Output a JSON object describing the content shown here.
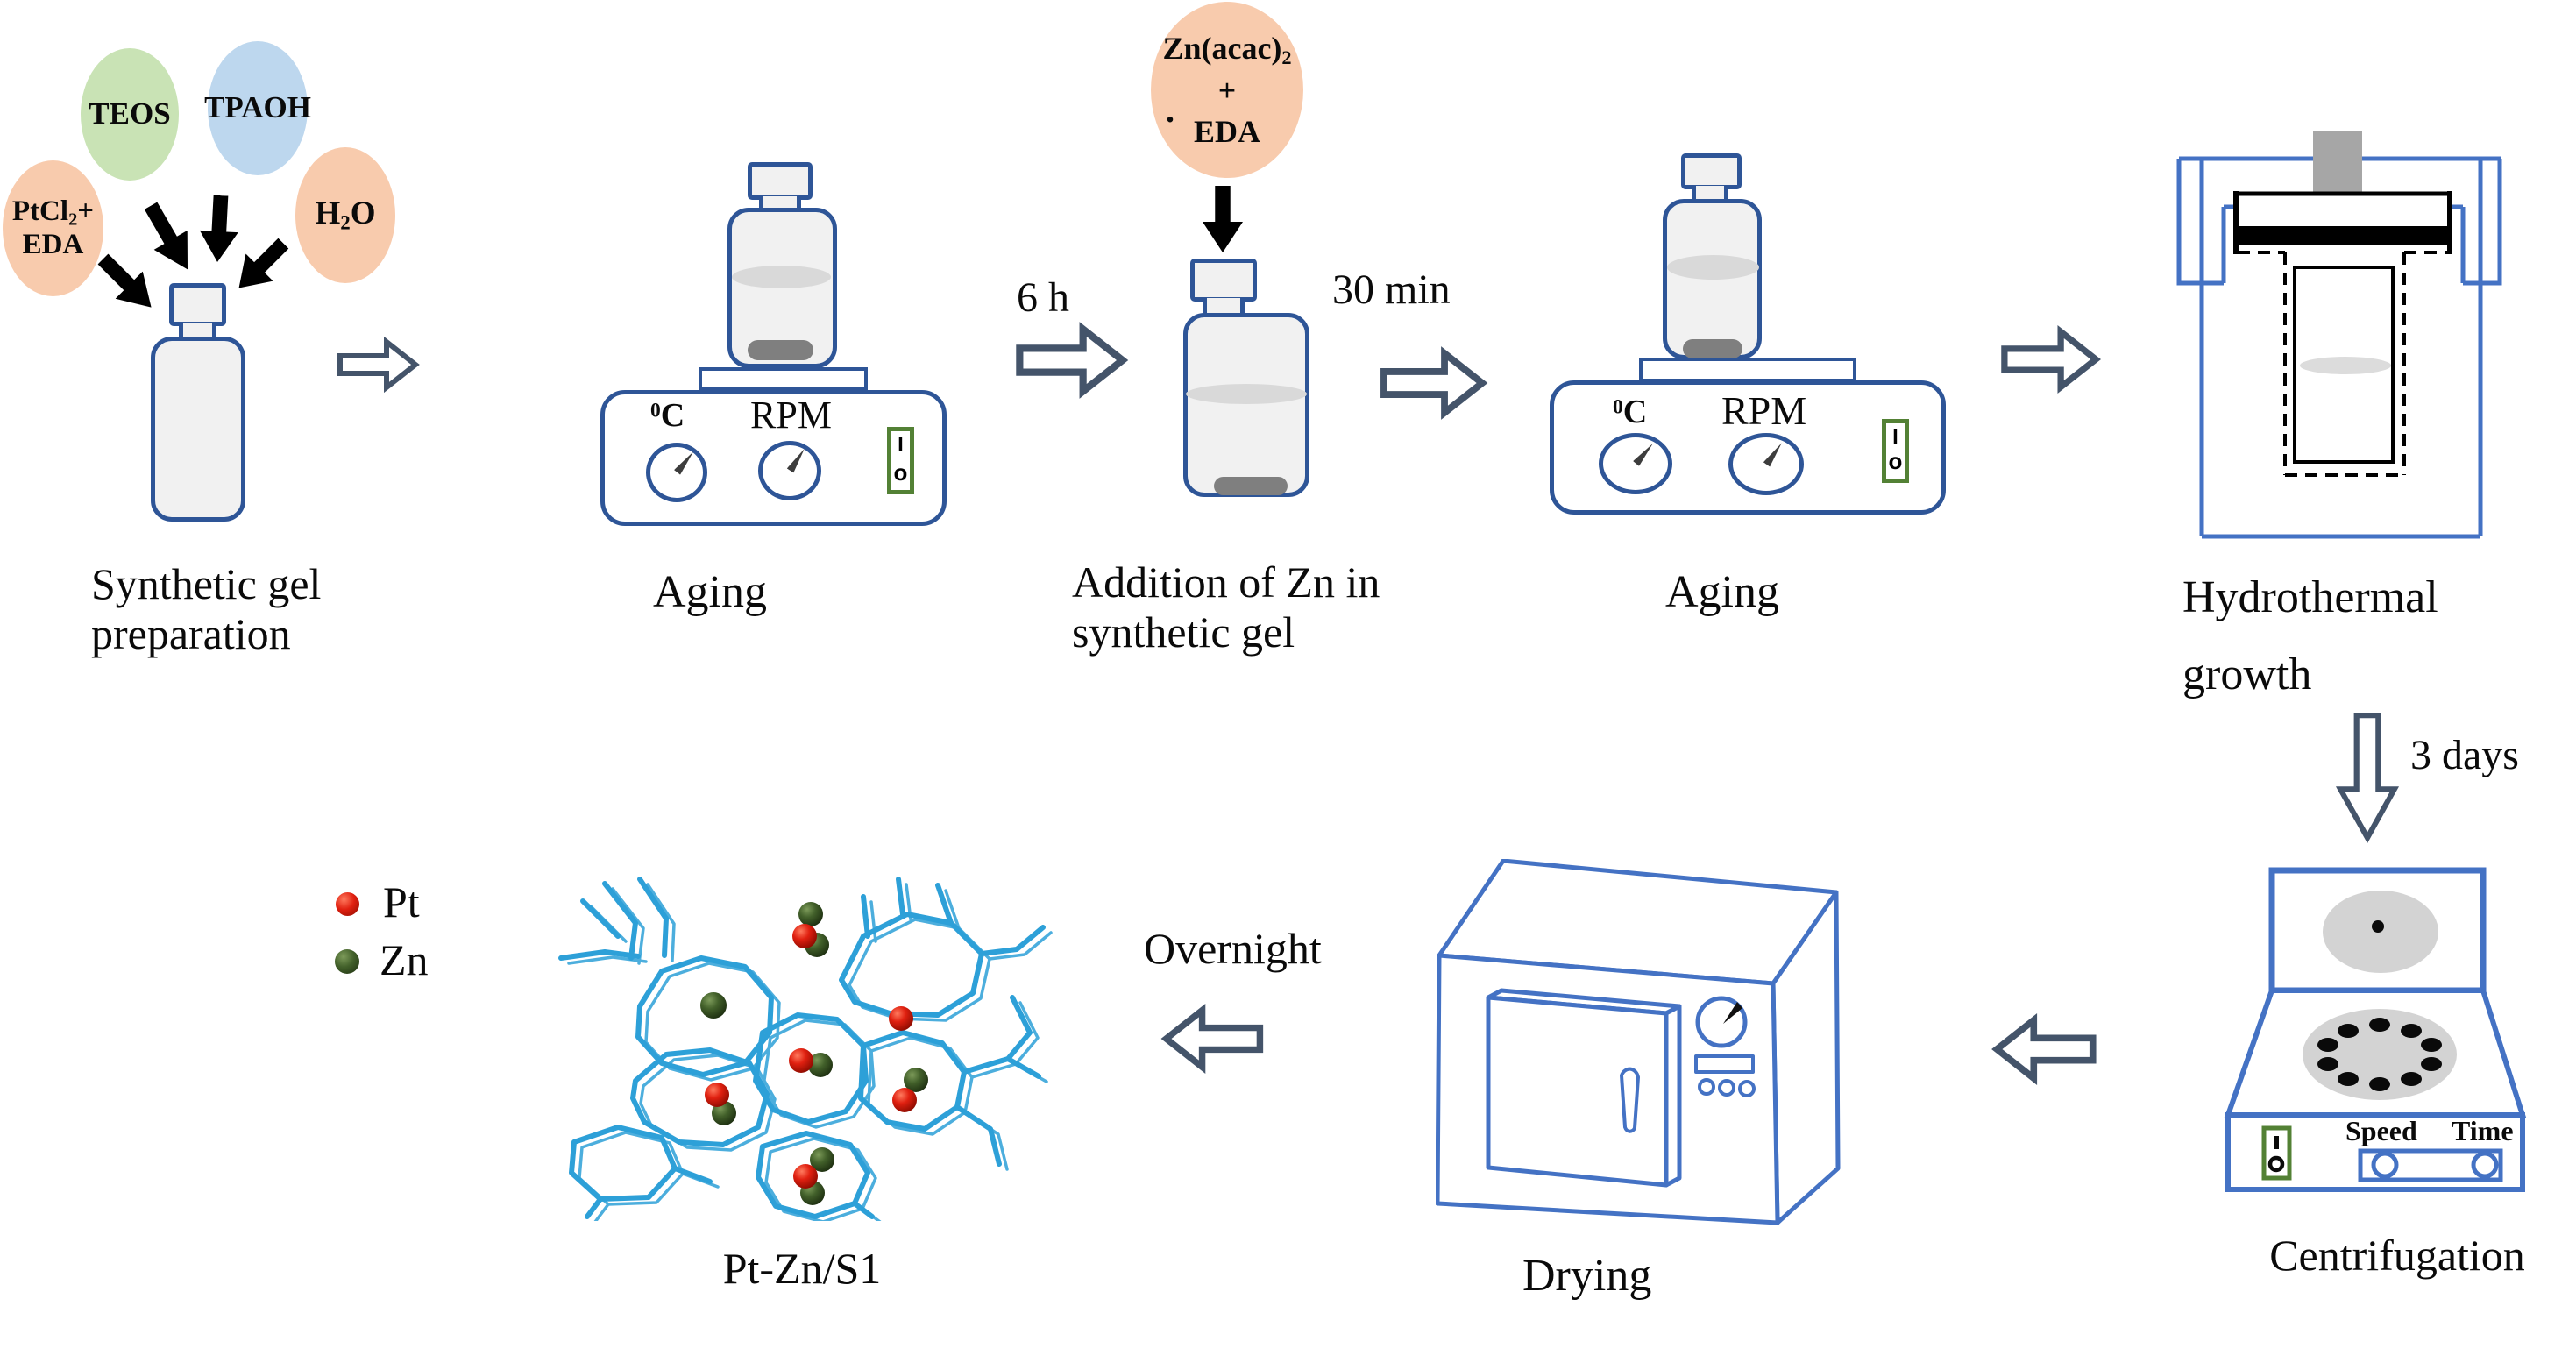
{
  "diagram": {
    "reagents": {
      "teos": "TEOS",
      "tpaoh": "TPAOH",
      "ptcl2_pre": "PtCl",
      "ptcl2_sub": "2",
      "ptcl2_post": "+",
      "ptcl2_line2": "EDA",
      "h2o_pre": "H",
      "h2o_sub": "2",
      "h2o_post": "O"
    },
    "zn_circle": {
      "pre": "Zn(acac)",
      "sub": "2",
      "plus": "+",
      "dot": ".",
      "eda": "EDA"
    },
    "captions": {
      "gel_1": "Synthetic gel",
      "gel_2": "preparation",
      "aging1": "Aging",
      "addition_1": "Addition of Zn in",
      "addition_2": "synthetic gel",
      "aging2": "Aging",
      "hydro_1": "Hydrothermal",
      "hydro_2": "growth",
      "centrifugation": "Centrifugation",
      "drying": "Drying",
      "product": "Pt-Zn/S1"
    },
    "durations": {
      "aging1": "6 h",
      "zn_mix": "30 min",
      "hydro": "3 days",
      "drying": "Overnight"
    },
    "stirrer": {
      "temp_sup": "0",
      "temp_base": "C",
      "rpm": "RPM",
      "switch_on": "I",
      "switch_off": "o"
    },
    "centrifuge": {
      "speed": "Speed",
      "time": "Time"
    },
    "legend": {
      "pt": "Pt",
      "zn": "Zn"
    },
    "icons": {
      "black-arrow-icon": "solid black feed arrow",
      "flow-arrow-icon": "outlined process flow arrow",
      "power-switch-icon": "green rocker power switch",
      "dial-icon": "control knob with needle"
    },
    "colors": {
      "bottle_border": "#2e5597",
      "device_blue": "#4472c4",
      "flow_arrow": "#44546a",
      "switch_green": "#538135",
      "teos_green": "#c9e3b5",
      "tpaoh_blue": "#bdd7ee",
      "orange": "#f8cbad",
      "zeolite_blue": "#2da0d8",
      "pt_red": "#e02010",
      "zn_green": "#42602a",
      "liquid_gray": "#d9d9d9"
    }
  }
}
